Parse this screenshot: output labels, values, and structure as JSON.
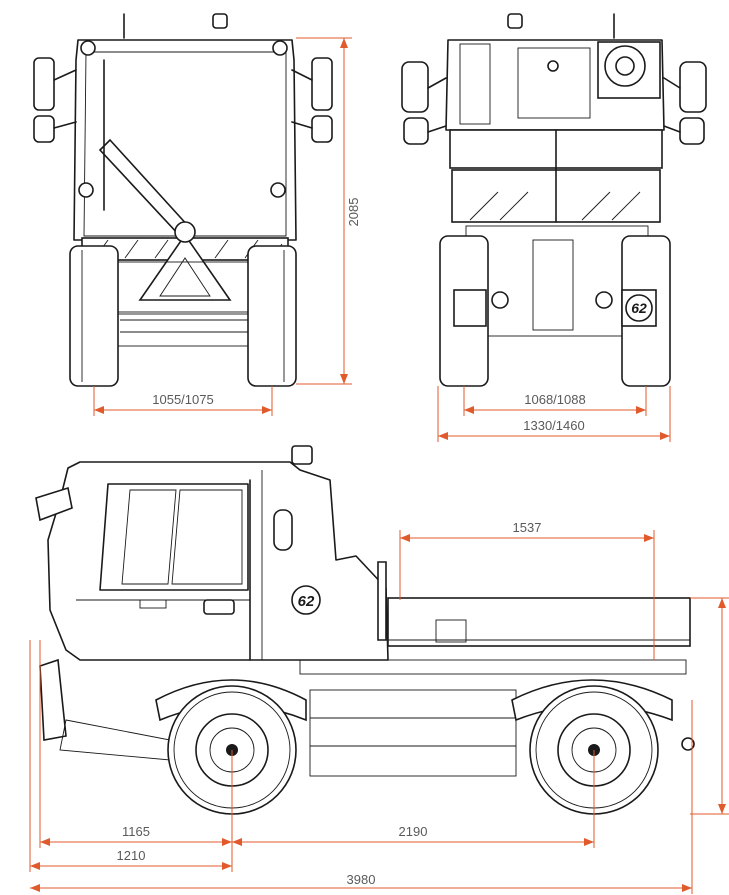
{
  "dimensions": {
    "height": "2085",
    "front_track": "1055/1075",
    "rear_track": "1068/1088",
    "rear_width": "1330/1460",
    "platform_length": "1537",
    "front_overhang": "1165",
    "wheelbase": "2190",
    "front_axle_offset": "1210",
    "overall_length": "3980"
  },
  "badges": {
    "speed_badge": "62"
  },
  "colors": {
    "dimension_line": "#e05a2b",
    "dimension_text": "#5a5a5a",
    "drawing_line": "#1a1a1a"
  }
}
